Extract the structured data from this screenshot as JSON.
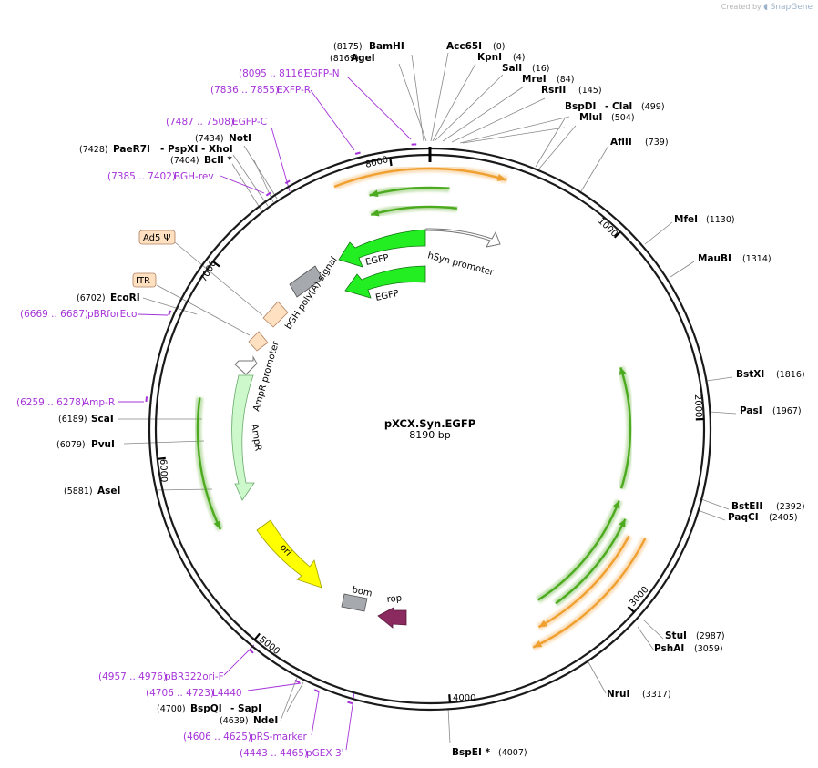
{
  "credit": {
    "prefix": "Created by",
    "brand": "SnapGene"
  },
  "plasmid": {
    "name": "pXCX.Syn.EGFP",
    "size": "8190 bp"
  },
  "ticks": [
    {
      "label": "1000"
    },
    {
      "label": "2000"
    },
    {
      "label": "3000"
    },
    {
      "label": "4000"
    },
    {
      "label": "5000"
    },
    {
      "label": "6000"
    },
    {
      "label": "7000"
    },
    {
      "label": "8000"
    }
  ],
  "enzymes": [
    {
      "name": "BamHI",
      "pos": "(8175)"
    },
    {
      "name": "Acc65I",
      "pos": "(0)"
    },
    {
      "name": "AgeI",
      "pos": "(8169)"
    },
    {
      "name": "KpnI",
      "pos": "(4)"
    },
    {
      "name": "SalI",
      "pos": "(16)"
    },
    {
      "name": "MreI",
      "pos": "(84)"
    },
    {
      "name": "RsrII",
      "pos": "(145)"
    },
    {
      "name": "BspDI",
      "sep": "- ClaI",
      "pos": "(499)"
    },
    {
      "name": "MluI",
      "pos": "(504)"
    },
    {
      "name": "AflII",
      "pos": "(739)"
    },
    {
      "name": "MfeI",
      "pos": "(1130)"
    },
    {
      "name": "MauBI",
      "pos": "(1314)"
    },
    {
      "name": "BstXI",
      "pos": "(1816)"
    },
    {
      "name": "PasI",
      "pos": "(1967)"
    },
    {
      "name": "BstEII",
      "pos": "(2392)"
    },
    {
      "name": "PaqCI",
      "pos": "(2405)"
    },
    {
      "name": "StuI",
      "pos": "(2987)"
    },
    {
      "name": "PshAI",
      "pos": "(3059)"
    },
    {
      "name": "NruI",
      "pos": "(3317)"
    },
    {
      "name": "BspEI *",
      "pos": "(4007)"
    },
    {
      "name": "NdeI",
      "pos": "(4639)"
    },
    {
      "name": "BspQI",
      "sep": "- SapI",
      "pos": "(4700)"
    },
    {
      "name": "AseI",
      "pos": "(5881)"
    },
    {
      "name": "PvuI",
      "pos": "(6079)"
    },
    {
      "name": "ScaI",
      "pos": "(6189)"
    },
    {
      "name": "EcoRI",
      "pos": "(6702)"
    },
    {
      "name": "BclI *",
      "pos": "(7404)"
    },
    {
      "name": "NotI",
      "pos": "(7434)"
    },
    {
      "name": "PaeR7I",
      "sep": "- PspXI - XhoI",
      "pos": "(7428)"
    }
  ],
  "primers": [
    {
      "range": "(8095 .. 8116)",
      "name": "EGFP-N"
    },
    {
      "range": "(7836 .. 7855)",
      "name": "EXFP-R"
    },
    {
      "range": "(7487 .. 7508)",
      "name": "EGFP-C"
    },
    {
      "range": "(7385 .. 7402)",
      "name": "BGH-rev"
    },
    {
      "range": "(6669 .. 6687)",
      "name": "pBRforEco"
    },
    {
      "range": "(6259 .. 6278)",
      "name": "Amp-R"
    },
    {
      "range": "(4957 .. 4976)",
      "name": "pBR322ori-F"
    },
    {
      "range": "(4706 .. 4723)",
      "name": "L4440"
    },
    {
      "range": "(4606 .. 4625)",
      "name": "pRS-marker"
    },
    {
      "range": "(4443 .. 4465)",
      "name": "pGEX 3'"
    }
  ],
  "features": [
    {
      "name": "hSyn promoter"
    },
    {
      "name": "EGFP"
    },
    {
      "name": "EGFP"
    },
    {
      "name": "bGH poly(A) signal"
    },
    {
      "name": "Ad5 Ψ"
    },
    {
      "name": "ITR"
    },
    {
      "name": "AmpR promoter"
    },
    {
      "name": "AmpR"
    },
    {
      "name": "ori"
    },
    {
      "name": "bom"
    },
    {
      "name": "rop"
    }
  ],
  "colors": {
    "backbone": "#1a1a1a",
    "primer": "#a533d8",
    "egfp": "#22ee22",
    "ampr": "#ccf8cc",
    "ori": "#ffff00",
    "misc": "#a6aaae",
    "rop": "#8b2a5e",
    "itr": "#ffe0c0",
    "orf_orange": "#f0a030",
    "orf_green": "#4caa1e"
  }
}
